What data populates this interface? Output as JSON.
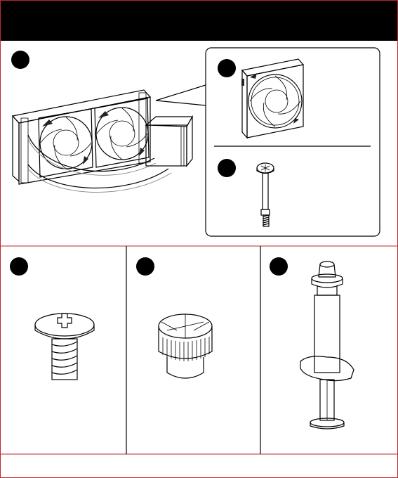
{
  "document": {
    "header_color": "#000000",
    "border_color": "#c0272d",
    "parts": [
      {
        "id": "radiator-with-fans",
        "icon": "aio-cooler-icon"
      },
      {
        "id": "fan",
        "icon": "fan-icon"
      },
      {
        "id": "long-screw",
        "icon": "long-screw-icon"
      },
      {
        "id": "short-screw",
        "icon": "short-screw-icon"
      },
      {
        "id": "thumb-nut",
        "icon": "thumb-nut-icon"
      },
      {
        "id": "thermal-paste",
        "icon": "thermal-paste-syringe-icon"
      }
    ]
  }
}
